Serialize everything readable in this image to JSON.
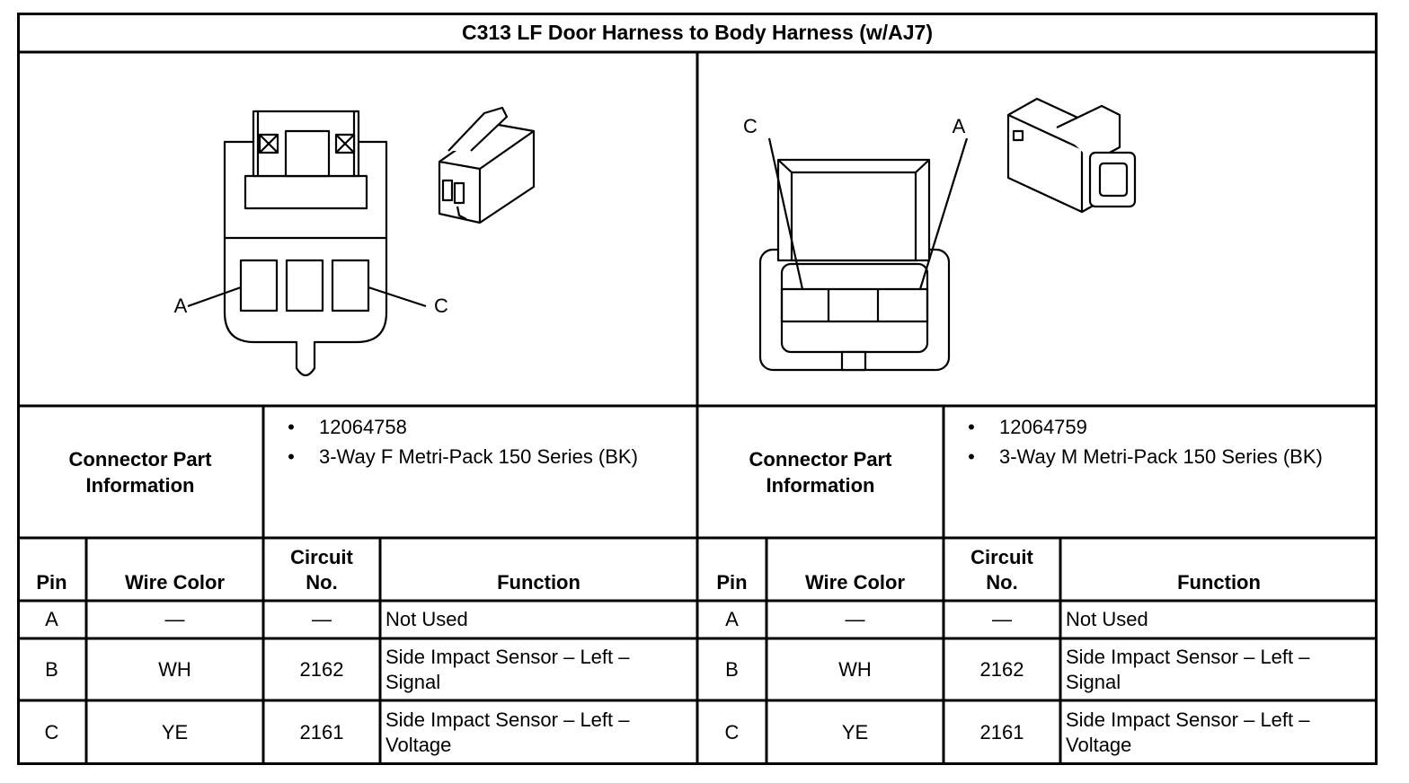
{
  "title": "C313 LF Door Harness to Body Harness (w/AJ7)",
  "connectors": [
    {
      "pin_labels": {
        "a": "A",
        "c": "C"
      },
      "info_label": "Connector Part Information",
      "part_info": [
        "12064758",
        "3-Way F Metri-Pack 150 Series (BK)"
      ],
      "headers": {
        "pin": "Pin",
        "wire_color": "Wire Color",
        "circuit": "Circuit No.",
        "function": "Function"
      },
      "rows": [
        {
          "pin": "A",
          "wire_color": "—",
          "circuit": "—",
          "function": "Not Used"
        },
        {
          "pin": "B",
          "wire_color": "WH",
          "circuit": "2162",
          "function": "Side Impact Sensor – Left – Signal"
        },
        {
          "pin": "C",
          "wire_color": "YE",
          "circuit": "2161",
          "function": "Side Impact Sensor – Left – Voltage"
        }
      ]
    },
    {
      "pin_labels": {
        "a": "A",
        "c": "C"
      },
      "info_label": "Connector Part Information",
      "part_info": [
        "12064759",
        "3-Way M Metri-Pack 150 Series (BK)"
      ],
      "headers": {
        "pin": "Pin",
        "wire_color": "Wire Color",
        "circuit": "Circuit No.",
        "function": "Function"
      },
      "rows": [
        {
          "pin": "A",
          "wire_color": "—",
          "circuit": "—",
          "function": "Not Used"
        },
        {
          "pin": "B",
          "wire_color": "WH",
          "circuit": "2162",
          "function": "Side Impact Sensor – Left – Signal"
        },
        {
          "pin": "C",
          "wire_color": "YE",
          "circuit": "2161",
          "function": "Side Impact Sensor – Left – Voltage"
        }
      ]
    }
  ]
}
